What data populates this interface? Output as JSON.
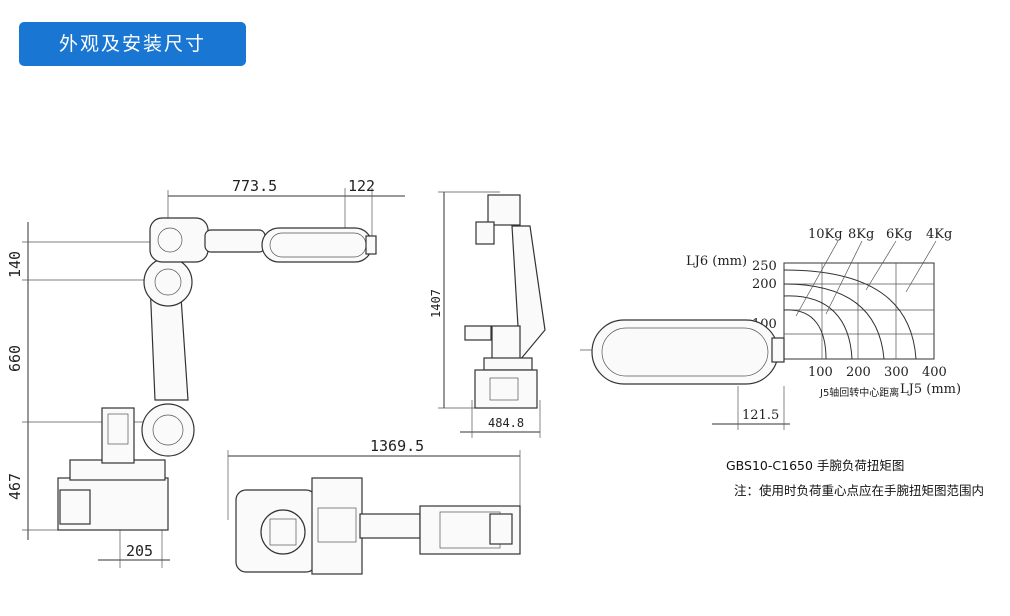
{
  "header": {
    "title": "外观及安装尺寸"
  },
  "side_view": {
    "dim_reach": "773.5",
    "dim_offset": "122",
    "dim_h1": "140",
    "dim_h2": "660",
    "dim_h3": "467",
    "dim_base": "205"
  },
  "rear_view": {
    "dim_height": "1407",
    "dim_width": "484.8"
  },
  "top_view": {
    "dim_length": "1369.5"
  },
  "wrist_chart": {
    "y_label": "LJ6 (mm)",
    "y_ticks": [
      "250",
      "200",
      "100"
    ],
    "x_ticks": [
      "100",
      "200",
      "300",
      "400"
    ],
    "x_label": "LJ5 (mm)",
    "x_caption": "J5轴回转中心距离",
    "curves": [
      "10Kg",
      "8Kg",
      "6Kg",
      "4Kg"
    ],
    "dim_wrist": "121.5",
    "title": "GBS10-C1650 手腕负荷扭矩图",
    "note": "注：使用时负荷重心点应在手腕扭矩图范围内"
  }
}
